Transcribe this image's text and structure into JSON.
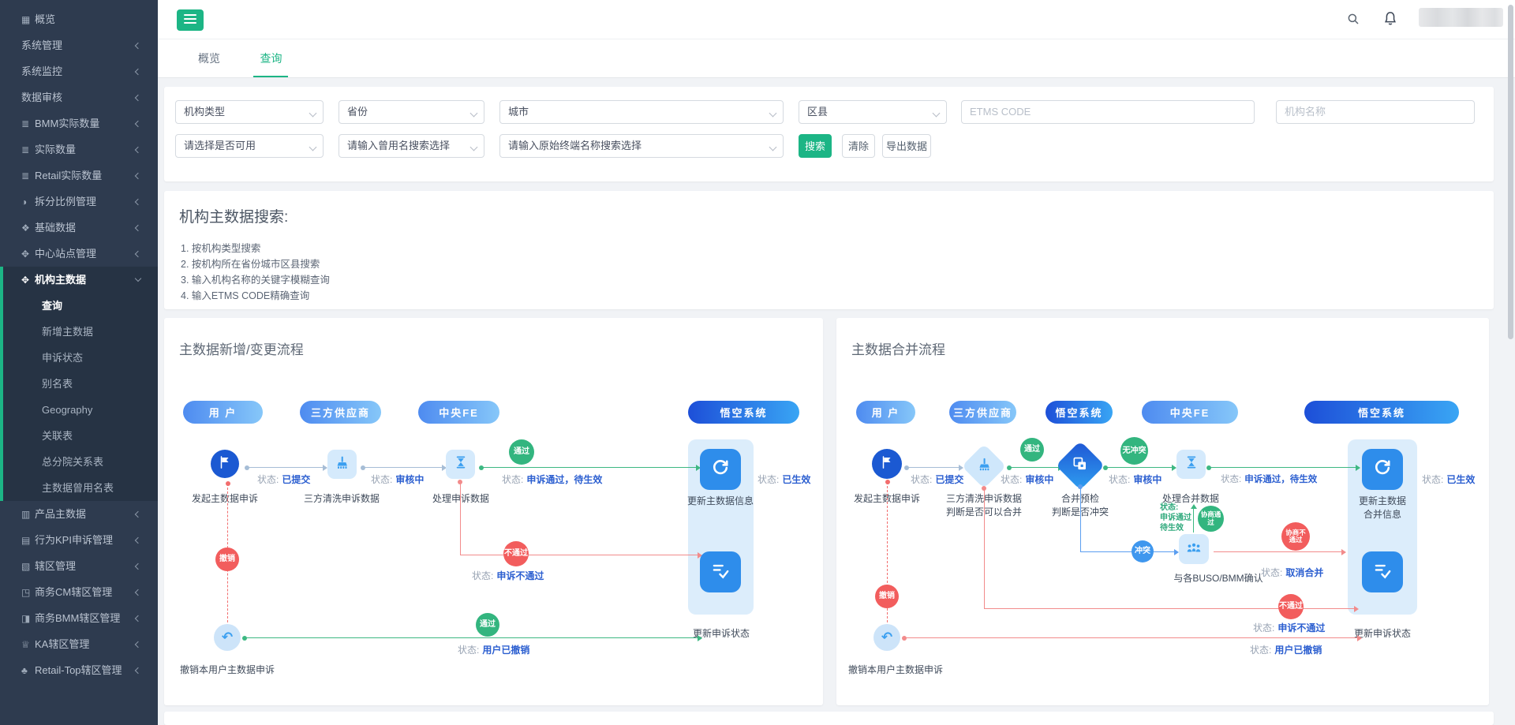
{
  "topbar": {
    "user_redacted": true
  },
  "tabs": {
    "overview": "概览",
    "query": "查询"
  },
  "filters": {
    "org_type": "机构类型",
    "province": "省份",
    "city": "城市",
    "district": "区县",
    "etms_code_placeholder": "ETMS CODE",
    "org_name_placeholder": "机构名称",
    "available": "请选择是否可用",
    "former_name": "请输入曾用名搜索选择",
    "original_terminal": "请输入原始终端名称搜索选择",
    "search": "搜索",
    "clear": "清除",
    "export": "导出数据"
  },
  "search_info": {
    "title": "机构主数据搜索:",
    "items": [
      "1. 按机构类型搜索",
      "2. 按机构所在省份城市区县搜索",
      "3. 输入机构名称的关键字模糊查询",
      "4. 输入ETMS CODE精确查询"
    ]
  },
  "sidebar": {
    "items": [
      {
        "label": "概览",
        "glyph": "▦"
      },
      {
        "label": "系统管理",
        "glyph": ""
      },
      {
        "label": "系统监控",
        "glyph": ""
      },
      {
        "label": "数据审核",
        "glyph": ""
      },
      {
        "label": "BMM实际数量",
        "glyph": "≣"
      },
      {
        "label": "实际数量",
        "glyph": "≣"
      },
      {
        "label": "Retail实际数量",
        "glyph": "≣"
      },
      {
        "label": "拆分比例管理",
        "glyph": "◑"
      },
      {
        "label": "基础数据",
        "glyph": "❖"
      },
      {
        "label": "中心站点管理",
        "glyph": "✥"
      },
      {
        "label": "机构主数据",
        "glyph": "✥"
      },
      {
        "label": "查询"
      },
      {
        "label": "新增主数据"
      },
      {
        "label": "申诉状态"
      },
      {
        "label": "别名表"
      },
      {
        "label": "Geography"
      },
      {
        "label": "关联表"
      },
      {
        "label": "总分院关系表"
      },
      {
        "label": "主数据曾用名表"
      },
      {
        "label": "产品主数据",
        "glyph": "▥"
      },
      {
        "label": "行为KPI申诉管理",
        "glyph": "▤"
      },
      {
        "label": "辖区管理",
        "glyph": "▧"
      },
      {
        "label": "商务CM辖区管理",
        "glyph": "◳"
      },
      {
        "label": "商务BMM辖区管理",
        "glyph": "◨"
      },
      {
        "label": "KA辖区管理",
        "glyph": "♕"
      },
      {
        "label": "Retail-Top辖区管理",
        "glyph": "♣"
      }
    ]
  },
  "fl": {
    "title": "主数据新增/变更流程",
    "lane1": "用 户",
    "lane2": "三方供应商",
    "lane3": "中央FE",
    "lane4": "悟空系统",
    "status_label": "状态:",
    "n1": "发起主数据申诉",
    "n2": "三方清洗申诉数据",
    "n3": "处理申诉数据",
    "n4": "更新主数据信息",
    "n5": "更新申诉状态",
    "n6": "撤销本用户主数据申诉",
    "s1": "已提交",
    "s2": "审核中",
    "s3": "申诉通过，待生效",
    "s4": "已生效",
    "s5": "申诉不通过",
    "s6": "用户已撤销",
    "b_pass1": "通过",
    "b_pass2": "通过",
    "b_revoke": "撤销",
    "b_fail": "不通过"
  },
  "fr": {
    "title": "主数据合并流程",
    "lane1": "用 户",
    "lane2": "三方供应商",
    "lane3": "悟空系统",
    "lane4": "中央FE",
    "lane5": "悟空系统",
    "status_label": "状态:",
    "n1": "发起主数据申诉",
    "n2a": "三方清洗申诉数据",
    "n2b": "判断是否可以合并",
    "n3a": "合并预检",
    "n3b": "判断是否冲突",
    "n4": "处理合并数据",
    "n5a": "更新主数据",
    "n5b": "合并信息",
    "n6": "与各BUSO/BMM确认",
    "n7": "更新申诉状态",
    "n8": "撤销本用户主数据申诉",
    "s1": "已提交",
    "s2": "审核中",
    "s3": "审核中",
    "s4": "申诉通过，待生效",
    "s5": "已生效",
    "s6": "取消合并",
    "s7": "申诉不通过",
    "s8": "用户已撤销",
    "mini1": "状态:",
    "mini2": "申诉通过",
    "mini3": "待生效",
    "b_pass": "通过",
    "b_noconf": "无冲突",
    "b_conf": "冲突",
    "b_negook": "协商通过",
    "b_negofail": "协商不通过",
    "b_fail": "不通过",
    "b_revoke": "撤销"
  }
}
